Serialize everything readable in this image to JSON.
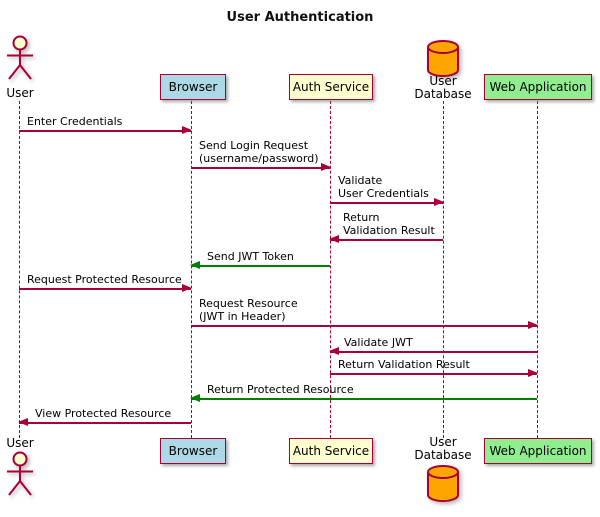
{
  "title": "User Authentication",
  "colors": {
    "line": "#A80036",
    "green_arrow": "#008000",
    "browser_fill": "#ADD8E6",
    "service_fill": "#FEFECE",
    "webapp_fill": "#90EE90",
    "database_fill": "#FFA500"
  },
  "participants": [
    {
      "label": "User",
      "type": "actor"
    },
    {
      "label": "Browser",
      "type": "participant"
    },
    {
      "label": "Auth Service",
      "type": "participant"
    },
    {
      "label": "User\nDatabase",
      "type": "database"
    },
    {
      "label": "Web Application",
      "type": "participant"
    }
  ],
  "messages": [
    {
      "text": "Enter Credentials",
      "from": "User",
      "to": "Browser",
      "color": "#A80036"
    },
    {
      "text": "Send Login Request\n(username/password)",
      "from": "Browser",
      "to": "Auth Service",
      "color": "#A80036"
    },
    {
      "text": "Validate\nUser Credentials",
      "from": "Auth Service",
      "to": "User Database",
      "color": "#A80036"
    },
    {
      "text": "Return\nValidation Result",
      "from": "User Database",
      "to": "Auth Service",
      "color": "#A80036"
    },
    {
      "text": "Send JWT Token",
      "from": "Auth Service",
      "to": "Browser",
      "color": "#008000"
    },
    {
      "text": "Request Protected Resource",
      "from": "User",
      "to": "Browser",
      "color": "#A80036"
    },
    {
      "text": "Request Resource\n(JWT in Header)",
      "from": "Browser",
      "to": "Web Application",
      "color": "#A80036"
    },
    {
      "text": "Validate JWT",
      "from": "Web Application",
      "to": "Auth Service",
      "color": "#A80036"
    },
    {
      "text": "Return Validation Result",
      "from": "Auth Service",
      "to": "Web Application",
      "color": "#A80036"
    },
    {
      "text": "Return Protected Resource",
      "from": "Web Application",
      "to": "Browser",
      "color": "#008000"
    },
    {
      "text": "View Protected Resource",
      "from": "Browser",
      "to": "User",
      "color": "#A80036"
    }
  ]
}
